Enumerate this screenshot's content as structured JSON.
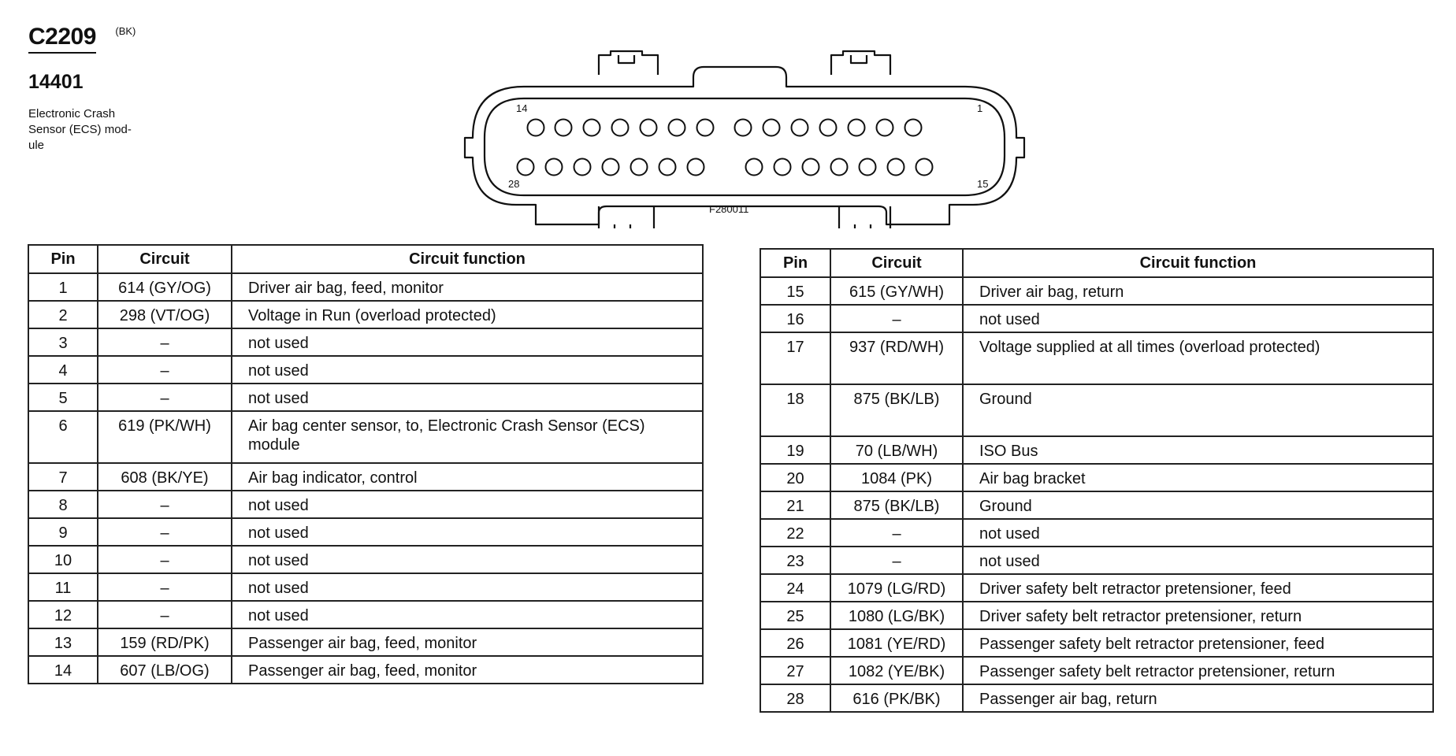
{
  "connector": {
    "id": "C2209",
    "color": "(BK)",
    "part_number": "14401",
    "description": "Electronic Crash\nSensor (ECS) mod-\nule",
    "figure_id": "F280011",
    "pin_labels": {
      "top_left": "14",
      "top_right": "1",
      "bottom_left": "28",
      "bottom_right": "15"
    }
  },
  "table_headers": {
    "pin": "Pin",
    "circuit": "Circuit",
    "function": "Circuit function"
  },
  "left_rows": [
    {
      "pin": "1",
      "circuit": "614 (GY/OG)",
      "function": "Driver air bag, feed, monitor"
    },
    {
      "pin": "2",
      "circuit": "298 (VT/OG)",
      "function": "Voltage in Run (overload protected)"
    },
    {
      "pin": "3",
      "circuit": "–",
      "function": "not used"
    },
    {
      "pin": "4",
      "circuit": "–",
      "function": "not used"
    },
    {
      "pin": "5",
      "circuit": "–",
      "function": "not used"
    },
    {
      "pin": "6",
      "circuit": "619 (PK/WH)",
      "function": "Air bag center sensor, to, Electronic Crash Sensor (ECS) module"
    },
    {
      "pin": "7",
      "circuit": "608 (BK/YE)",
      "function": "Air bag indicator, control"
    },
    {
      "pin": "8",
      "circuit": "–",
      "function": "not used"
    },
    {
      "pin": "9",
      "circuit": "–",
      "function": "not used"
    },
    {
      "pin": "10",
      "circuit": "–",
      "function": "not used"
    },
    {
      "pin": "11",
      "circuit": "–",
      "function": "not used"
    },
    {
      "pin": "12",
      "circuit": "–",
      "function": "not used"
    },
    {
      "pin": "13",
      "circuit": "159 (RD/PK)",
      "function": "Passenger air bag, feed, monitor"
    },
    {
      "pin": "14",
      "circuit": "607 (LB/OG)",
      "function": "Passenger air bag, feed, monitor"
    }
  ],
  "right_rows": [
    {
      "pin": "15",
      "circuit": "615 (GY/WH)",
      "function": "Driver air bag, return"
    },
    {
      "pin": "16",
      "circuit": "–",
      "function": "not used"
    },
    {
      "pin": "17",
      "circuit": "937 (RD/WH)",
      "function": "Voltage supplied at all times (overload protected)"
    },
    {
      "pin": "18",
      "circuit": "875 (BK/LB)",
      "function": "Ground"
    },
    {
      "pin": "19",
      "circuit": "70 (LB/WH)",
      "function": "ISO Bus"
    },
    {
      "pin": "20",
      "circuit": "1084 (PK)",
      "function": "Air bag bracket"
    },
    {
      "pin": "21",
      "circuit": "875 (BK/LB)",
      "function": "Ground"
    },
    {
      "pin": "22",
      "circuit": "–",
      "function": "not used"
    },
    {
      "pin": "23",
      "circuit": "–",
      "function": "not used"
    },
    {
      "pin": "24",
      "circuit": "1079 (LG/RD)",
      "function": "Driver safety belt retractor pretensioner, feed"
    },
    {
      "pin": "25",
      "circuit": "1080 (LG/BK)",
      "function": "Driver safety belt retractor pretensioner, return"
    },
    {
      "pin": "26",
      "circuit": "1081 (YE/RD)",
      "function": "Passenger safety belt retractor pretensioner, feed"
    },
    {
      "pin": "27",
      "circuit": "1082 (YE/BK)",
      "function": "Passenger safety belt retractor pretensioner, return"
    },
    {
      "pin": "28",
      "circuit": "616 (PK/BK)",
      "function": "Passenger air bag, return"
    }
  ]
}
